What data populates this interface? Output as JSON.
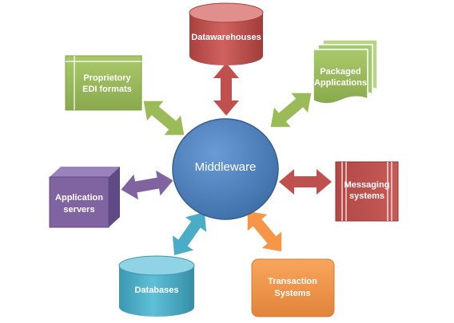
{
  "center": {
    "label": "Middleware"
  },
  "nodes": {
    "datawarehouses": {
      "label": "Datawarehouses"
    },
    "packaged_applications": {
      "line1": "Packaged",
      "line2": "Applications"
    },
    "messaging_systems": {
      "line1": "Messaging",
      "line2": "systems"
    },
    "transaction_systems": {
      "line1": "Transaction",
      "line2": "Systems"
    },
    "databases": {
      "label": "Databases"
    },
    "application_servers": {
      "line1": "Application",
      "line2": "servers"
    },
    "proprietory_edi": {
      "line1": "Proprietory",
      "line2": "EDI formats"
    }
  },
  "colors": {
    "middleware": "#4f81bd",
    "datawarehouses": "#c0504d",
    "packaged_applications": "#9bbb59",
    "messaging_systems": "#c0504d",
    "transaction_systems": "#f79646",
    "databases": "#4bacc6",
    "application_servers": "#8064a2",
    "proprietory_edi": "#9bbb59"
  }
}
